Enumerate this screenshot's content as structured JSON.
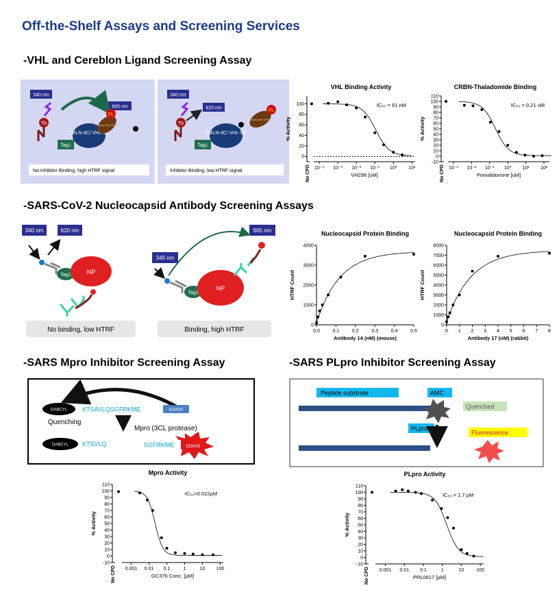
{
  "page": {
    "title": "Off-the-Shelf Assays and Screening Services",
    "sections": {
      "vhl": "-VHL and Cereblon Ligand Screening Assay",
      "sars_np": "-SARS-CoV-2 Nucleocapsid Antibody Screening Assays",
      "mpro": "-SARS Mpro Inhibitor Screening Assay",
      "plpro": "-SARS PLpro Inhibitor Screening Assay"
    }
  },
  "diagrams": {
    "vhl_left": {
      "ex": "340 nm",
      "em": "665 nm",
      "tb": "Tb",
      "tag": "Tag1",
      "complex": "CBLN-4C/ VHL-5C",
      "ligand": "Thalidomide VH032",
      "fl": "FL",
      "caption": "No Inhibitor Binding, high HTRF signal"
    },
    "vhl_right": {
      "ex": "340 nm",
      "em": "620 nm",
      "tb": "Tb",
      "tag": "Tag1",
      "complex": "CBLN-4C/ VHL-5C",
      "ligand": "Thalidomide VH032",
      "fl": "FL",
      "caption": "Inhibitor Binding, low HTRF signal"
    },
    "np_left": {
      "ex": "340 nm",
      "em": "620 nm",
      "tag": "Tag1",
      "np": "NP",
      "caption": "No binding, low HTRF"
    },
    "np_right": {
      "ex": "340 nm",
      "em": "665 nm",
      "tag": "Tag1",
      "np": "NP",
      "caption": "Binding, high HTRF"
    },
    "mpro": {
      "dabcyl": "DABCYL",
      "substrate": "KTSAVLQSGFRKME",
      "edans": "EDANS",
      "quenching": "Quenching",
      "enzyme": "Mpro (3CL protease)",
      "frag1": "KTSVLQ",
      "frag2": "SGFRKME"
    },
    "plpro": {
      "peptide": "Peptide substrate",
      "amc": "AMC",
      "quenched": "Quenched",
      "enzyme": "PLpro",
      "fluorescence": "Fluorescence"
    }
  },
  "chart_data": [
    {
      "id": "vhl",
      "type": "scatter",
      "title": "VHL Binding Activity",
      "xlabel": "VH298 [uM]",
      "ylabel": "% Activity",
      "x_scale": "log",
      "xlim": [
        5e-05,
        15
      ],
      "ylim": [
        -10,
        115
      ],
      "yticks": [
        "0",
        "20",
        "40",
        "60",
        "80",
        "100"
      ],
      "xticks": [
        "10⁻⁴",
        "10⁻³",
        "10⁻²",
        "10⁻¹",
        "10⁰",
        "10¹"
      ],
      "nocpd": "No CPD",
      "annotation": "IC₅₀ = 91 nM",
      "x": [
        0.0003,
        0.001,
        0.003,
        0.01,
        0.03,
        0.1,
        0.3,
        1,
        3
      ],
      "y": [
        101,
        104,
        98,
        92,
        75,
        45,
        22,
        8,
        3
      ],
      "nocpd_y": 100,
      "zero_line": true
    },
    {
      "id": "crbn",
      "type": "scatter",
      "title": "CRBN-Thaladomide Binding",
      "xlabel": "Pomalidomine [uM]",
      "ylabel": "% Activity",
      "x_scale": "log",
      "xlim": [
        0.0005,
        200
      ],
      "ylim": [
        -10,
        110
      ],
      "yticks": [
        "-10",
        "0",
        "10",
        "20",
        "30",
        "40",
        "50",
        "60",
        "70",
        "80",
        "90",
        "100",
        "110"
      ],
      "xticks": [
        "10⁻³",
        "10⁻²",
        "10⁻¹",
        "10⁰",
        "10¹",
        "10²"
      ],
      "nocpd": "No CPD",
      "annotation": "IC₅₀ = 0.21 uM",
      "x": [
        0.004,
        0.012,
        0.037,
        0.11,
        0.33,
        1,
        3,
        9,
        27,
        80
      ],
      "y": [
        93,
        92,
        85,
        62,
        45,
        20,
        7,
        2,
        0,
        1
      ],
      "nocpd_y": 100
    },
    {
      "id": "np14",
      "type": "scatter",
      "title": "Nucleocapsid Protein Binding",
      "xlabel": "Antibody 14 (nM) (mouse)",
      "ylabel": "HTRF Count",
      "xlim": [
        0,
        0.5
      ],
      "ylim": [
        0,
        4000
      ],
      "xticks": [
        "0.0",
        "0.1",
        "0.2",
        "0.3",
        "0.4",
        "0.5"
      ],
      "yticks": [
        "0",
        "1000",
        "2000",
        "3000",
        "4000"
      ],
      "x": [
        0,
        0.008,
        0.016,
        0.03,
        0.06,
        0.125,
        0.25,
        0.5
      ],
      "y": [
        100,
        400,
        700,
        1000,
        1500,
        2400,
        3450,
        3550
      ]
    },
    {
      "id": "np17",
      "type": "scatter",
      "title": "Nucleocapsid Protein Binding",
      "xlabel": "Antibody 17 (nM) (rabbit)",
      "ylabel": "HTRF Count",
      "xlim": [
        0,
        8
      ],
      "ylim": [
        0,
        8000
      ],
      "xticks": [
        "0",
        "1",
        "2",
        "3",
        "4",
        "5",
        "6",
        "7",
        "8"
      ],
      "yticks": [
        "0",
        "1000",
        "2000",
        "3000",
        "4000",
        "5000",
        "6000",
        "7000",
        "8000"
      ],
      "x": [
        0,
        0.125,
        0.25,
        0.5,
        1,
        2,
        4,
        8
      ],
      "y": [
        300,
        800,
        1200,
        2000,
        3000,
        5400,
        6900,
        7200
      ]
    },
    {
      "id": "mpro",
      "type": "scatter",
      "title": "Mpro Activity",
      "xlabel": "GC376 Conc. [µM]",
      "ylabel": "% Activity",
      "x_scale": "log",
      "xlim": [
        0.0003,
        150
      ],
      "ylim": [
        -10,
        110
      ],
      "yticks": [
        "-10",
        "0",
        "10",
        "20",
        "30",
        "40",
        "50",
        "60",
        "70",
        "80",
        "90",
        "100",
        "110"
      ],
      "xticks": [
        "0.001",
        "0.01",
        "0.1",
        "1",
        "10",
        "100"
      ],
      "nocpd": "No CPD",
      "annotation": "IC₅₀=0.022µM",
      "x": [
        0.003,
        0.008,
        0.016,
        0.05,
        0.1,
        0.3,
        1,
        3,
        10,
        40
      ],
      "y": [
        97,
        86,
        70,
        28,
        12,
        5,
        4,
        3,
        2,
        2
      ],
      "nocpd_y": 99
    },
    {
      "id": "plpro",
      "type": "scatter",
      "title": "PLpro Activity",
      "xlabel": "PRL0617 [µM]",
      "ylabel": "% Activity",
      "x_scale": "log",
      "xlim": [
        0.0003,
        150
      ],
      "ylim": [
        -10,
        110
      ],
      "yticks": [
        "-10",
        "0",
        "10",
        "20",
        "30",
        "40",
        "50",
        "60",
        "70",
        "80",
        "90",
        "100",
        "110"
      ],
      "xticks": [
        "0.001",
        "0.01",
        "0.1",
        "1",
        "10",
        "100"
      ],
      "nocpd": "No CPD",
      "annotation": "IC₅₀ = 1.7 µM",
      "x": [
        0.0035,
        0.0078,
        0.016,
        0.039,
        0.078,
        0.3,
        0.9,
        1.9,
        3.9,
        10,
        20,
        45
      ],
      "y": [
        102,
        104,
        102,
        100,
        98,
        88,
        75,
        61,
        45,
        12,
        6,
        2
      ],
      "nocpd_y": 100
    }
  ],
  "colors": {
    "title": "#1a3b8a",
    "label_box": "#2a2f8f",
    "panel_bg": "#d4d7f2",
    "np_red": "#e02020",
    "tag_green": "#1f6f4e",
    "bar_blue": "#2b4f86",
    "amc_cyan": "#14b8ec"
  }
}
